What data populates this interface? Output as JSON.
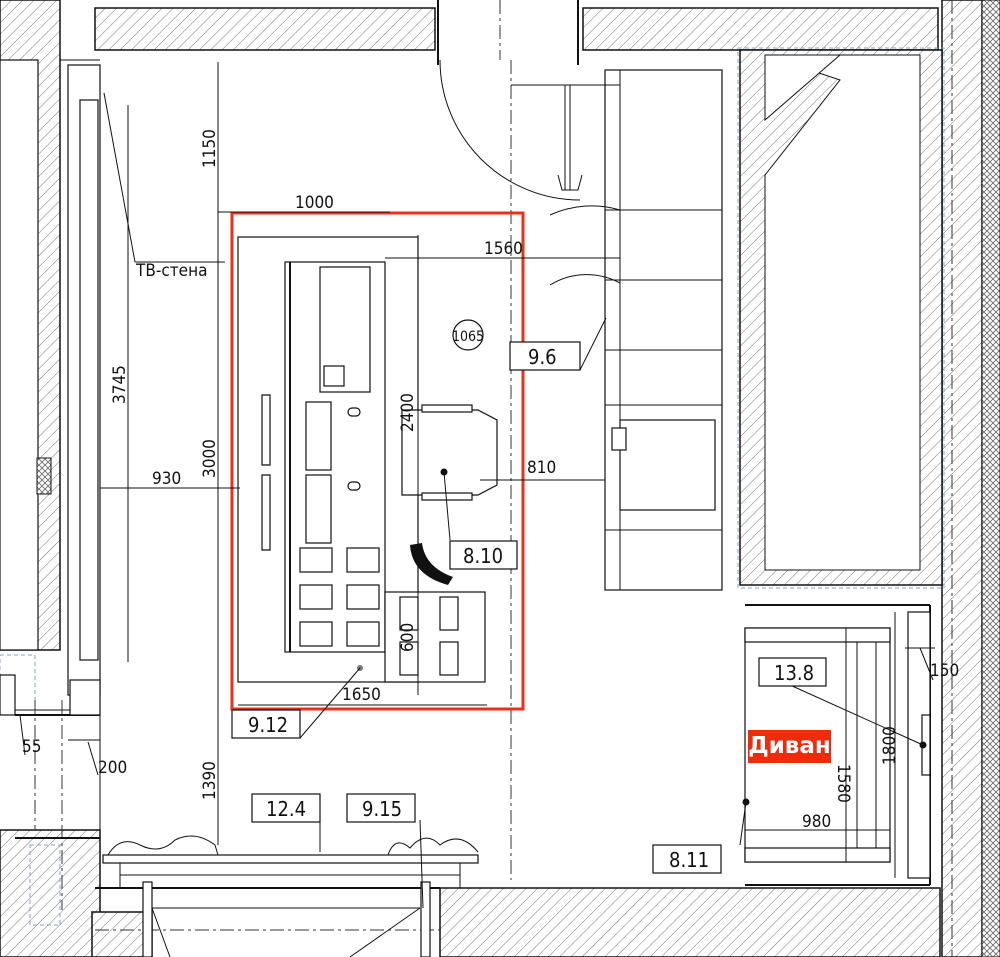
{
  "dimensions": {
    "d1150": "1150",
    "d1000": "1000",
    "d1560": "1560",
    "d3745": "3745",
    "d930": "930",
    "d3000": "3000",
    "d2400": "2400",
    "d810": "810",
    "d600": "600",
    "d1650": "1650",
    "d55": "55",
    "d200": "200",
    "d1390": "1390",
    "d1580": "1580",
    "d1800": "1800",
    "d150": "150",
    "d980": "980"
  },
  "labels": {
    "tv_wall": "ТВ-стена",
    "height_mark": "1065",
    "sofa": "Диван"
  },
  "tags": {
    "t9_6": "9.6",
    "t8_10": "8.10",
    "t9_12": "9.12",
    "t12_4": "12.4",
    "t9_15": "9.15",
    "t13_8": "13.8",
    "t8_11": "8.11"
  },
  "colors": {
    "highlight": "#e8301c",
    "sofa_label_bg": "#f02a0c"
  },
  "icons": [
    "phone-icon"
  ]
}
